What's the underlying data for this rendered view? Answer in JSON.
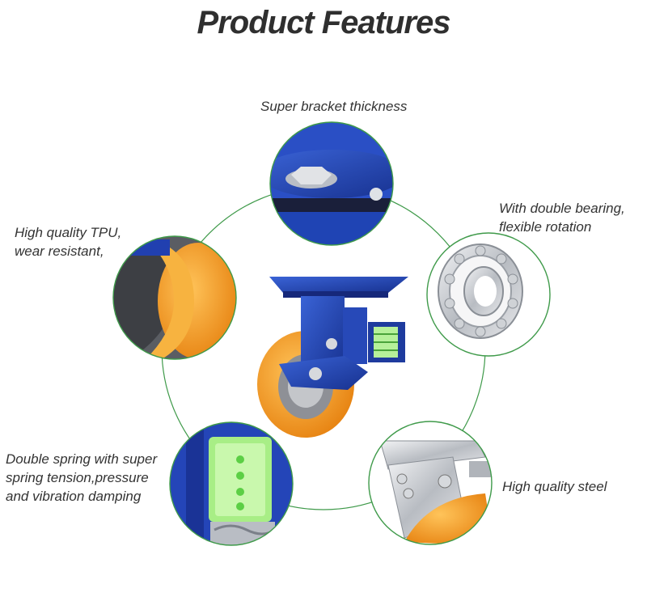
{
  "title": "Product Features",
  "features": {
    "top": "Super bracket thickness",
    "right_line1": "With double bearing,",
    "right_line2": "flexible rotation",
    "left_line1": "High quality TPU,",
    "left_line2": "wear resistant,",
    "bottom_left_line1": "Double spring with super",
    "bottom_left_line2": "spring tension,pressure",
    "bottom_left_line3": "and vibration damping",
    "bottom_right": "High quality steel"
  },
  "colors": {
    "ring": "#3f9a4a",
    "blue": "#1f3fae",
    "orange": "#f39a1e",
    "steel": "#c9ccd0",
    "spring": "#8fe07a"
  }
}
